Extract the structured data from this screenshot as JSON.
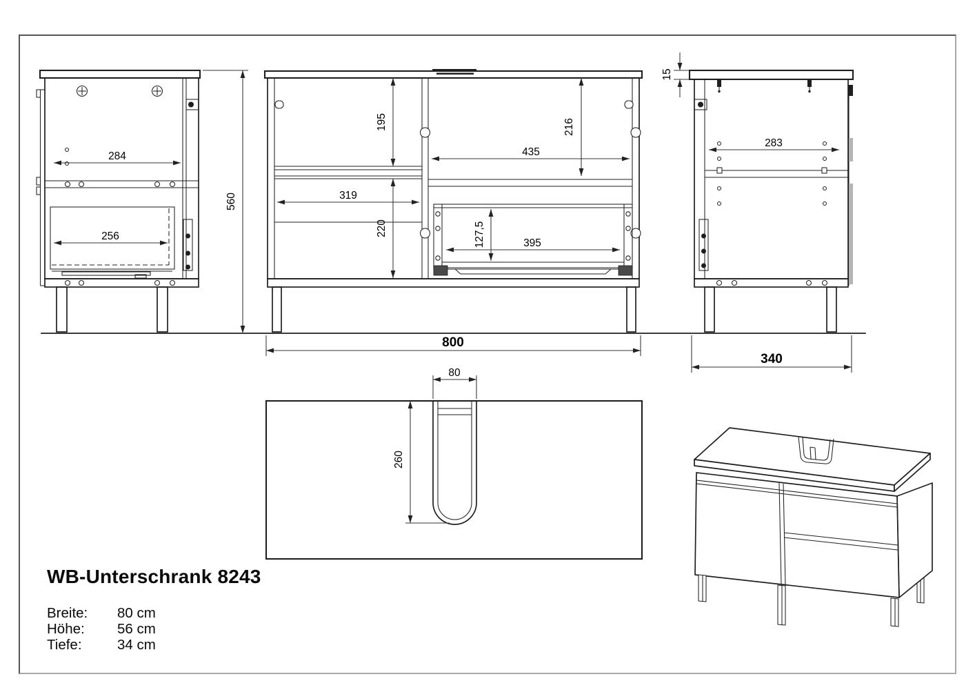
{
  "title": "WB-Unterschrank 8243",
  "specs": [
    {
      "label": "Breite:",
      "value": "80 cm"
    },
    {
      "label": "Höhe:",
      "value": "56 cm"
    },
    {
      "label": "Tiefe:",
      "value": "34 cm"
    }
  ],
  "dimensions": {
    "side_left": {
      "back_width": "284",
      "drawer_depth": "256",
      "height": "560"
    },
    "front": {
      "door_opening_height": "195",
      "left_compartment_width": "319",
      "lower_section_height": "220",
      "right_opening_height": "216",
      "right_compartment_width": "435",
      "drawer_front_height": "127,5",
      "drawer_inner_width": "395",
      "width": "800"
    },
    "side_right": {
      "top_panel_thickness": "15",
      "inner_depth": "283",
      "depth": "340"
    },
    "top_view": {
      "cutout_width": "80",
      "cutout_depth": "260"
    }
  },
  "colors": {
    "line": "#1f1f1f",
    "dimension_line": "#333333",
    "background": "#ffffff",
    "border_dark": "#555555",
    "border_light": "#a8a8a8",
    "door_shade": "#b5b5b5"
  }
}
